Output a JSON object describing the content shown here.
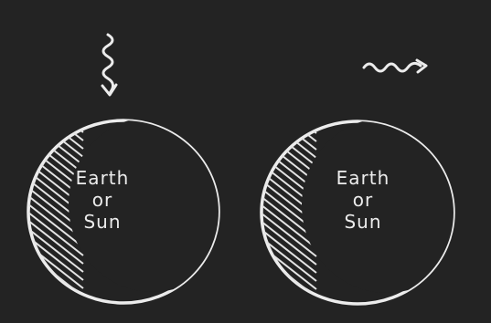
{
  "panels": [
    {
      "line1": "Earth",
      "line2": "or",
      "line3": "Sun",
      "arrow": "wavy-arrow-down-icon"
    },
    {
      "line1": "Earth",
      "line2": "or",
      "line3": "Sun",
      "arrow": "wavy-arrow-right-icon"
    }
  ],
  "colors": {
    "background": "#232323",
    "chalk": "#ececec"
  }
}
